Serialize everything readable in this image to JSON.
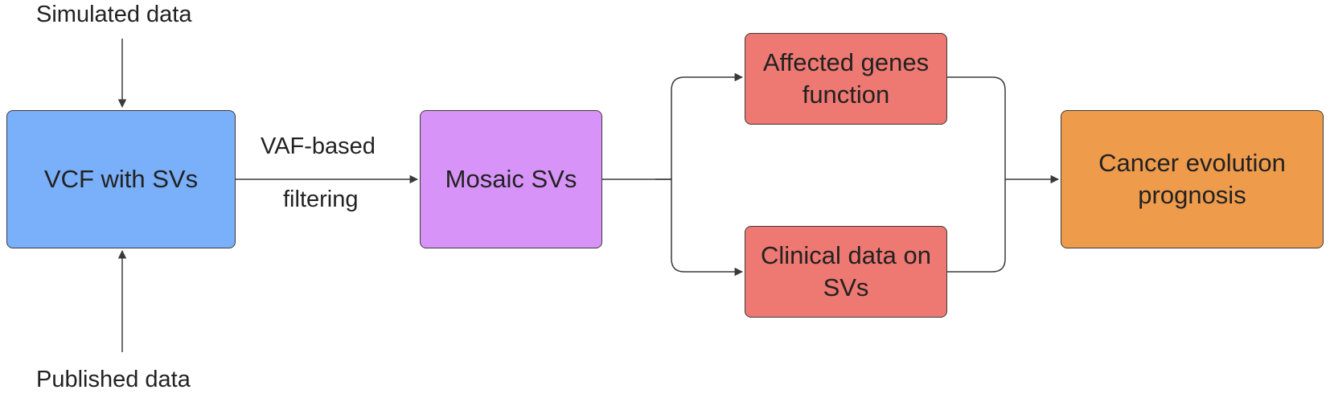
{
  "inputs": {
    "top": "Simulated data",
    "bottom": "Published data"
  },
  "nodes": {
    "vcf": {
      "label": "VCF with SVs",
      "color": "#7aaff9"
    },
    "mosaic": {
      "label": "Mosaic SVs",
      "color": "#d793f8"
    },
    "genes": {
      "label": "Affected genes\nfunction",
      "color": "#ee7872"
    },
    "clinical": {
      "label": "Clinical data on\nSVs",
      "color": "#ee7872"
    },
    "cancer": {
      "label": "Cancer evolution\nprognosis",
      "color": "#ee9b4c"
    }
  },
  "edge_label": {
    "line1": "VAF-based",
    "line2": "filtering"
  },
  "line_color": "#3a3a3a"
}
